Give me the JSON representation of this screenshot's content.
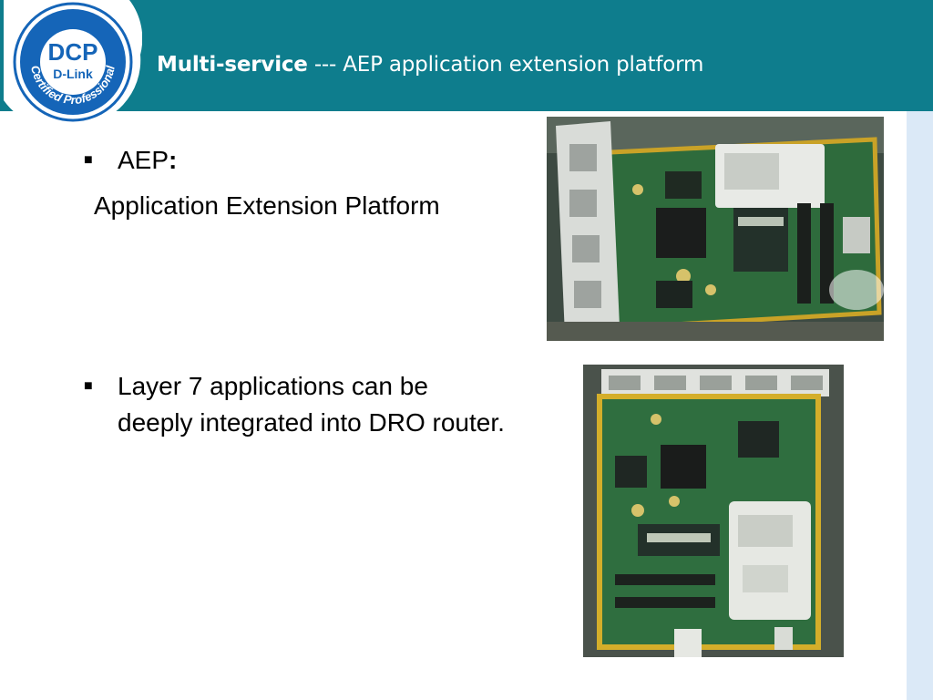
{
  "header": {
    "title_bold": "Multi-service",
    "title_rest": " --- AEP application extension platform"
  },
  "logo": {
    "text_main": "DCP",
    "text_brand": "D-Link",
    "text_ring": "Certified Professional"
  },
  "content": {
    "bullet1_label": "AEP",
    "bullet1_colon": ":",
    "bullet1_sub": "Application Extension Platform",
    "bullet2": "Layer 7 applications can be deeply integrated into DRO router."
  },
  "colors": {
    "header_bg": "#0e7d8d",
    "logo_blue": "#1565b8",
    "stripe": "#dbe9f7"
  }
}
